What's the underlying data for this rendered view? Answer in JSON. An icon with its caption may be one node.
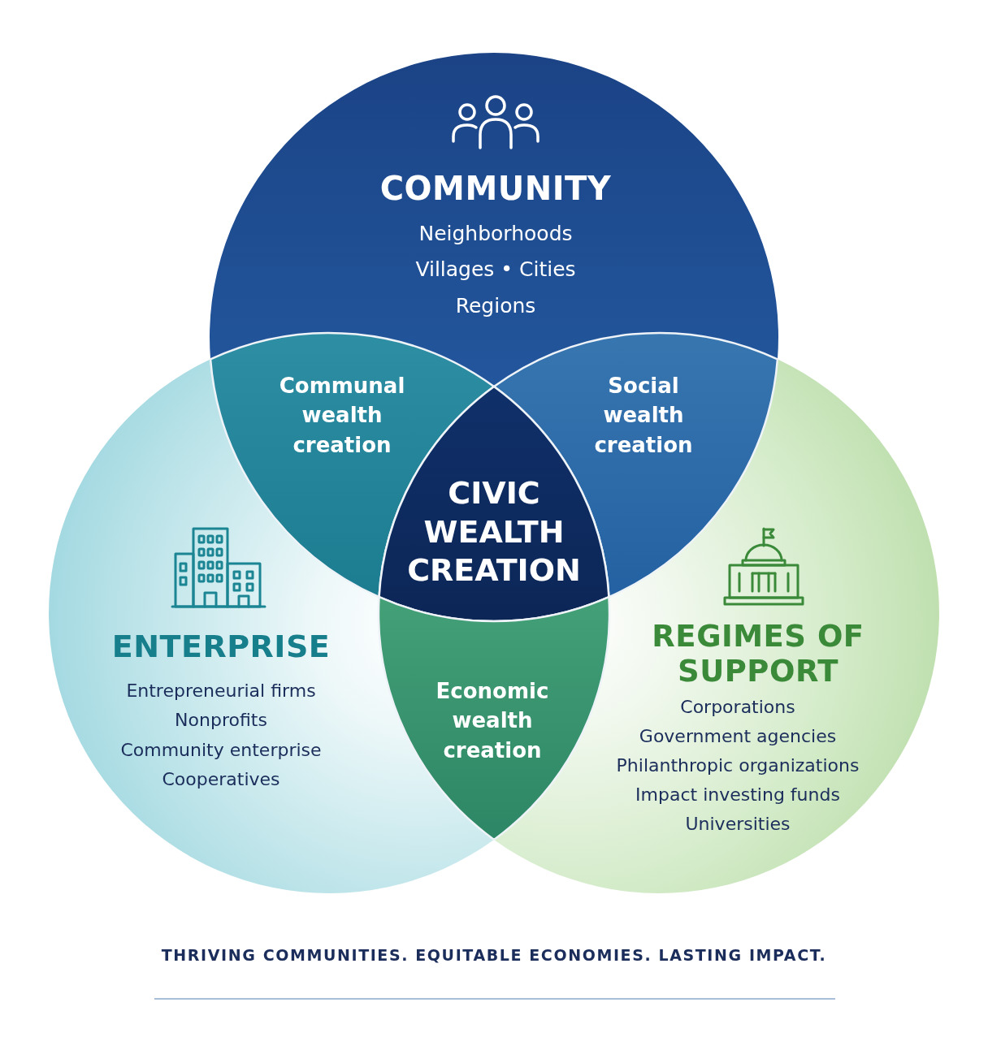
{
  "diagram": {
    "nodes": [
      {
        "text": [
          "COMMUNITY",
          "Neighborhoods",
          "Villages • Cities",
          "Regions"
        ]
      },
      {
        "text": [
          "Communal wealth creation"
        ]
      },
      {
        "text": [
          "Social wealth creation"
        ]
      },
      {
        "text": [
          "CIVIC WEALTH CREATION"
        ]
      },
      {
        "text": [
          "ENTERPRISE",
          "Entrepreneurial firms",
          "Nonprofits",
          "Community enterprise",
          "Cooperatives"
        ]
      },
      {
        "text": [
          "Economic wealth creation"
        ]
      },
      {
        "text": [
          "REGIMES OF SUPPORT",
          "Corporations",
          "Government agencies",
          "Philanthropic organizations",
          "Impact investing funds",
          "Universities"
        ]
      }
    ],
    "labels": [
      "THRIVING COMMUNITIES. EQUITABLE ECONOMIES. LASTING IMPACT."
    ]
  }
}
